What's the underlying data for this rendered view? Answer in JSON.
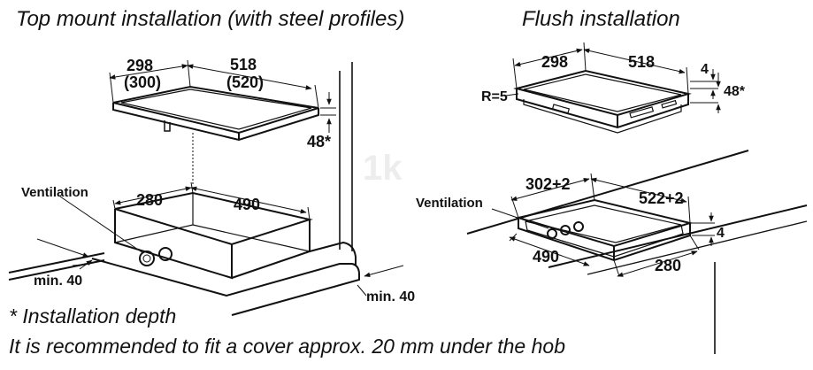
{
  "titles": {
    "top_mount": "Top mount installation (with steel profiles)",
    "flush": "Flush installation"
  },
  "top_mount": {
    "width_depth": "298",
    "width_depth_alt": "(300)",
    "width_length": "518",
    "width_length_alt": "(520)",
    "depth": "48*",
    "cutout_depth": "280",
    "cutout_length": "490",
    "ventilation": "Ventilation",
    "min_front": "min. 40",
    "min_back": "min. 40"
  },
  "flush": {
    "depth": "298",
    "length": "518",
    "step": "4",
    "total": "48*",
    "radius": "R=5",
    "cut_depth": "302+2",
    "cut_length": "522+2",
    "inner_length": "490",
    "inner_depth": "280",
    "inner_step": "4",
    "ventilation": "Ventilation"
  },
  "watermark": "1k",
  "notes": {
    "depth_note": "* Installation depth",
    "cover_note": "It is recommended to fit a cover approx. 20 mm under the hob"
  }
}
